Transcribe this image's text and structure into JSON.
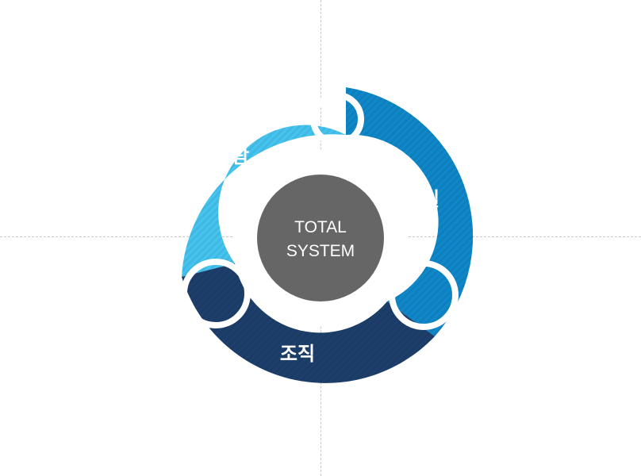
{
  "center": {
    "line1": "TOTAL",
    "line2": "SYSTEM",
    "color": "#666666"
  },
  "segments": [
    {
      "label": "사람",
      "color": "#45c4ef"
    },
    {
      "label": "일",
      "color": "#0f87c9"
    },
    {
      "label": "조직",
      "color": "#1d3f6b"
    }
  ],
  "style": {
    "guide_color": "#c8c8c8",
    "separator_color": "#ffffff"
  }
}
